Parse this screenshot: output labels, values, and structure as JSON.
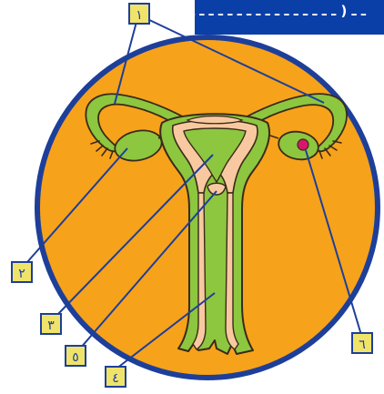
{
  "banner": {
    "text": "ـ ـ ( ـ ـ ـ ـ ـ ـ ـ ـ ـ ـ ـ ـ ـ ـ ـ ـ ـ ـ"
  },
  "labels": {
    "label_1": "١",
    "label_2": "٢",
    "label_3": "٣",
    "label_4": "٤",
    "label_5": "٥",
    "label_6": "٦"
  },
  "colors": {
    "background_circle": "#f7a21b",
    "circle_border": "#1d3f9a",
    "tissue_green": "#8dc63f",
    "lining_peach": "#f8c9a0",
    "outline": "#3a2a1a",
    "ovum": "#d6186c",
    "label_box_fill": "#f0e36a",
    "label_box_stroke": "#1d3f9a"
  }
}
